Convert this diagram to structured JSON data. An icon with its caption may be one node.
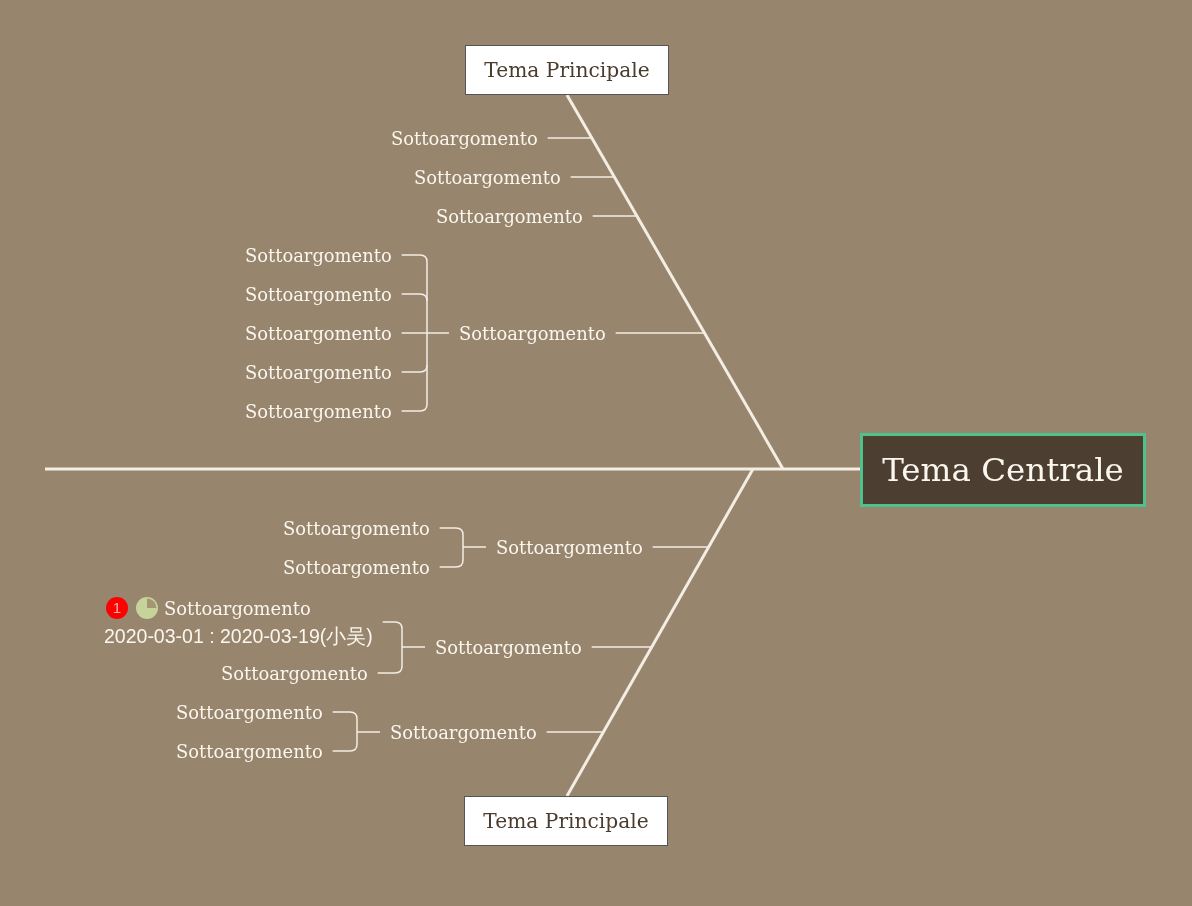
{
  "diagram": {
    "nodes": [
      {
        "text": [
          "Tema Centrale"
        ]
      },
      {
        "text": [
          "Tema Principale"
        ]
      },
      {
        "text": [
          "Tema Principale"
        ]
      },
      {
        "text": [
          "Sottoargomento"
        ]
      },
      {
        "text": [
          "Sottoargomento"
        ]
      },
      {
        "text": [
          "Sottoargomento"
        ]
      },
      {
        "text": [
          "Sottoargomento"
        ]
      },
      {
        "text": [
          "Sottoargomento"
        ]
      },
      {
        "text": [
          "Sottoargomento"
        ]
      },
      {
        "text": [
          "Sottoargomento"
        ]
      },
      {
        "text": [
          "Sottoargomento"
        ]
      },
      {
        "text": [
          "Sottoargomento"
        ]
      },
      {
        "text": [
          "Sottoargomento"
        ]
      },
      {
        "text": [
          "Sottoargomento"
        ]
      },
      {
        "text": [
          "Sottoargomento"
        ]
      },
      {
        "text": [
          "Sottoargomento"
        ]
      },
      {
        "text": [
          "1",
          "Sottoargomento",
          "2020-03-01 : 2020-03-19(小吴)"
        ]
      },
      {
        "text": [
          "Sottoargomento"
        ]
      },
      {
        "text": [
          "Sottoargomento"
        ]
      },
      {
        "text": [
          "Sottoargomento"
        ]
      },
      {
        "text": [
          "Sottoargomento"
        ]
      }
    ],
    "edges": [
      {
        "from": null,
        "to": 0,
        "arrow": "none"
      },
      {
        "from": 1,
        "to": 0,
        "arrow": "none"
      },
      {
        "from": 2,
        "to": 0,
        "arrow": "none"
      },
      {
        "from": 1,
        "to": 3,
        "arrow": "none"
      },
      {
        "from": 1,
        "to": 4,
        "arrow": "none"
      },
      {
        "from": 1,
        "to": 5,
        "arrow": "none"
      },
      {
        "from": 1,
        "to": 6,
        "arrow": "none"
      },
      {
        "from": 6,
        "to": 7,
        "arrow": "none"
      },
      {
        "from": 6,
        "to": 8,
        "arrow": "none"
      },
      {
        "from": 6,
        "to": 9,
        "arrow": "none"
      },
      {
        "from": 6,
        "to": 10,
        "arrow": "none"
      },
      {
        "from": 6,
        "to": 11,
        "arrow": "none"
      },
      {
        "from": 2,
        "to": 12,
        "arrow": "none"
      },
      {
        "from": 12,
        "to": 13,
        "arrow": "none"
      },
      {
        "from": 12,
        "to": 14,
        "arrow": "none"
      },
      {
        "from": 2,
        "to": 15,
        "arrow": "none"
      },
      {
        "from": 15,
        "to": 16,
        "arrow": "none"
      },
      {
        "from": 15,
        "to": 17,
        "arrow": "none"
      },
      {
        "from": 2,
        "to": 18,
        "arrow": "none"
      },
      {
        "from": 18,
        "to": 19,
        "arrow": "none"
      },
      {
        "from": 18,
        "to": 20,
        "arrow": "none"
      }
    ]
  }
}
